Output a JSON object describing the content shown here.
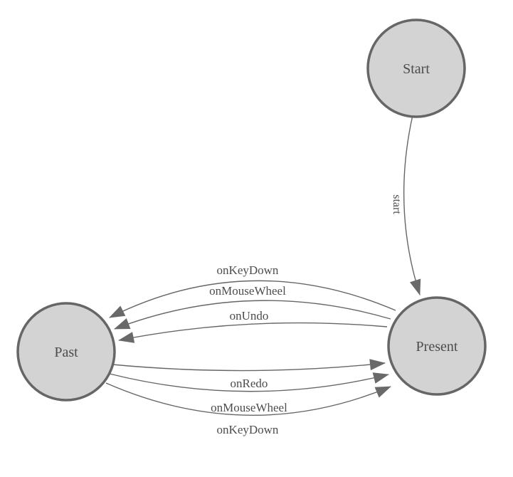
{
  "diagram": {
    "type": "state-machine",
    "background_color": "#ffffff",
    "node_fill_color": "#d3d3d3",
    "node_border_color": "#666666",
    "edge_color": "#666666",
    "arrowhead_color": "#696969",
    "text_color": "#4c4c4c"
  },
  "nodes": [
    {
      "id": "start",
      "label": "Start"
    },
    {
      "id": "past",
      "label": "Past"
    },
    {
      "id": "present",
      "label": "Present"
    }
  ],
  "edges": [
    {
      "from": "start",
      "to": "present",
      "label": "start"
    },
    {
      "from": "present",
      "to": "past",
      "label": "onKeyDown"
    },
    {
      "from": "present",
      "to": "past",
      "label": "onMouseWheel"
    },
    {
      "from": "present",
      "to": "past",
      "label": "onUndo"
    },
    {
      "from": "past",
      "to": "present",
      "label": "onRedo"
    },
    {
      "from": "past",
      "to": "present",
      "label": "onMouseWheel"
    },
    {
      "from": "past",
      "to": "present",
      "label": "onKeyDown"
    }
  ]
}
